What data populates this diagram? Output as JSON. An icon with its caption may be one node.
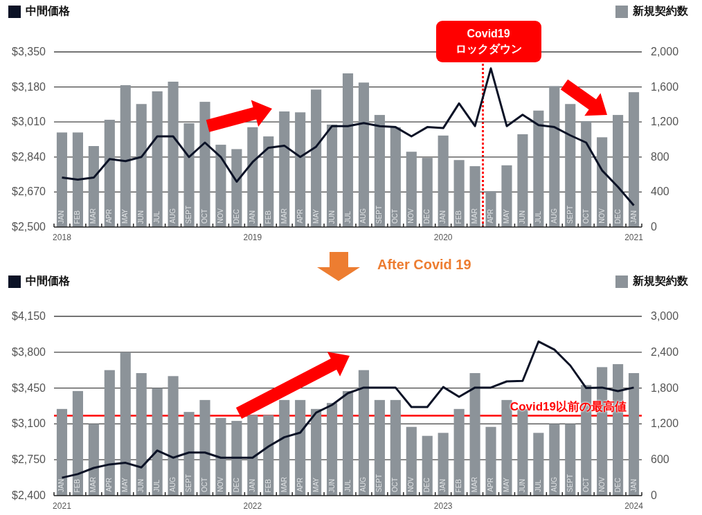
{
  "diagram": {
    "labels": [
      "2018",
      "2019",
      "2020",
      "2021",
      "After Covid 19",
      "2021",
      "2022",
      "2023",
      "2024"
    ],
    "chart_data": [
      {
        "type": "bar",
        "categories": [
          "JAN",
          "FEB",
          "MAR",
          "APR",
          "MAY",
          "JUN",
          "JUL",
          "AUG",
          "SEPT",
          "OCT",
          "NOV",
          "DEC",
          "JAN",
          "FEB",
          "MAR",
          "APR",
          "MAY",
          "JUN",
          "JUL",
          "AUG",
          "SEPT",
          "OCT",
          "NOV",
          "DEC",
          "JAN",
          "FEB",
          "MAR",
          "APR",
          "MAY",
          "JUN",
          "JUL",
          "AUG",
          "SEPT",
          "OCT",
          "NOV",
          "DEC",
          "JAN"
        ],
        "ylim": [
          2500,
          3350
        ],
        "yticks": [
          {
            "value": 2500,
            "label": "$2,500"
          },
          {
            "value": 2670,
            "label": "$2,670"
          },
          {
            "value": 2840,
            "label": "$2,840"
          },
          {
            "value": 3010,
            "label": "$3,010"
          },
          {
            "value": 3180,
            "label": "$3,180"
          },
          {
            "value": 3350,
            "label": "$3,350"
          }
        ],
        "y2lim": [
          0,
          2000
        ],
        "y2ticks": [
          0,
          400,
          800,
          {
            "value": 1200,
            "label": "1,200"
          },
          {
            "value": 1600,
            "label": "1,600"
          },
          {
            "value": 2000,
            "label": "2,000"
          }
        ],
        "series": [
          {
            "name": "中間価格",
            "type": "line",
            "color": "#0b1226",
            "values": [
              2740,
              2730,
              2740,
              2830,
              2820,
              2840,
              2940,
              2940,
              2840,
              2910,
              2840,
              2720,
              2815,
              2885,
              2895,
              2840,
              2890,
              2990,
              2990,
              3005,
              2990,
              2985,
              2940,
              2985,
              2980,
              3100,
              2990,
              3270,
              2990,
              3045,
              2995,
              2985,
              2945,
              2910,
              2775,
              2695,
              2605
            ]
          },
          {
            "name": "新規契約数",
            "axis": "y2",
            "color": "#8c9399",
            "values": [
              1080,
              1080,
              925,
              1225,
              1620,
              1405,
              1550,
              1660,
              1185,
              1430,
              940,
              890,
              1140,
              1035,
              1320,
              1310,
              1570,
              1170,
              1755,
              1650,
              1280,
              1140,
              860,
              790,
              1045,
              765,
              695,
              410,
              705,
              1060,
              1330,
              1610,
              1405,
              1210,
              1025,
              1280,
              1540
            ]
          }
        ],
        "annotations": [
          "Covid19 ロックダウン"
        ],
        "legend": "top",
        "grid": true
      },
      {
        "type": "bar",
        "categories": [
          "JAN",
          "FEB",
          "MAR",
          "APR",
          "MAY",
          "JUN",
          "JUL",
          "AUG",
          "SEPT",
          "OCT",
          "NOV",
          "DEC",
          "JAN",
          "FEB",
          "MAR",
          "APR",
          "MAY",
          "JUN",
          "JUL",
          "AUG",
          "SEPT",
          "OCT",
          "NOV",
          "DEC",
          "JAN",
          "FEB",
          "MAR",
          "APR",
          "MAY",
          "JUN",
          "JUL",
          "AUG",
          "SEPT",
          "OCT",
          "NOV",
          "DEC",
          "JAN"
        ],
        "ylim": [
          2400,
          4150
        ],
        "yticks": [
          {
            "value": 2400,
            "label": "$2,400"
          },
          {
            "value": 2750,
            "label": "$2,750"
          },
          {
            "value": 3100,
            "label": "$3,100"
          },
          {
            "value": 3450,
            "label": "$3,450"
          },
          {
            "value": 3800,
            "label": "$3,800"
          },
          {
            "value": 4150,
            "label": "$4,150"
          }
        ],
        "y2lim": [
          0,
          3000
        ],
        "y2ticks": [
          0,
          600,
          {
            "value": 1200,
            "label": "1,200"
          },
          {
            "value": 1800,
            "label": "1,800"
          },
          {
            "value": 2400,
            "label": "2,400"
          },
          {
            "value": 3000,
            "label": "3,000"
          }
        ],
        "series": [
          {
            "name": "中間価格",
            "type": "line",
            "color": "#0b1226",
            "values": [
              2575,
              2610,
              2670,
              2705,
              2720,
              2675,
              2840,
              2770,
              2820,
              2820,
              2770,
              2770,
              2770,
              2880,
              2970,
              3015,
              3210,
              3285,
              3400,
              3455,
              3455,
              3455,
              3265,
              3265,
              3460,
              3365,
              3455,
              3455,
              3515,
              3520,
              3905,
              3825,
              3670,
              3450,
              3455,
              3420,
              3455
            ]
          },
          {
            "name": "新規契約数",
            "axis": "y2",
            "color": "#8c9399",
            "values": [
              1450,
              1750,
              1200,
              2100,
              2400,
              2050,
              1800,
              2000,
              1400,
              1600,
              1300,
              1250,
              1350,
              1350,
              1600,
              1600,
              1450,
              1550,
              1750,
              2100,
              1600,
              1600,
              1150,
              1000,
              1050,
              1450,
              2050,
              1150,
              1600,
              1450,
              1050,
              1200,
              1200,
              1850,
              2150,
              2200,
              2050
            ]
          }
        ],
        "grid": true,
        "annotations": [
          "Covid19以前の最高値"
        ],
        "legend": "top"
      }
    ]
  }
}
